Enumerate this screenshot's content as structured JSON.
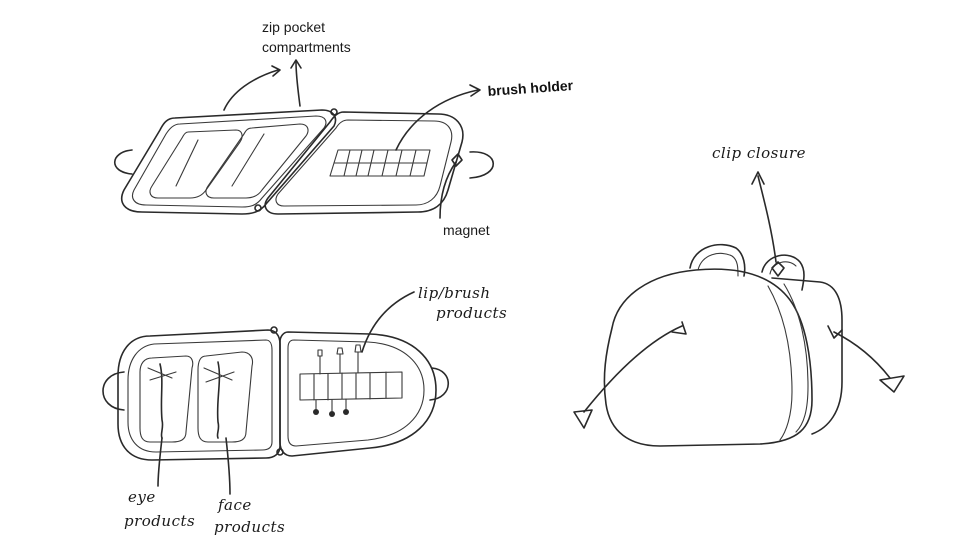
{
  "labels": {
    "zip_pocket_line1": "zip pocket",
    "zip_pocket_line2": "compartments",
    "brush_holder": "brush holder",
    "magnet": "magnet",
    "clip_closure": "clip closure",
    "lip_brush_line1": "lip/brush",
    "lip_brush_line2": "products",
    "eye_line1": "eye",
    "eye_line2": "products",
    "face_line1": "face",
    "face_line2": "products"
  }
}
